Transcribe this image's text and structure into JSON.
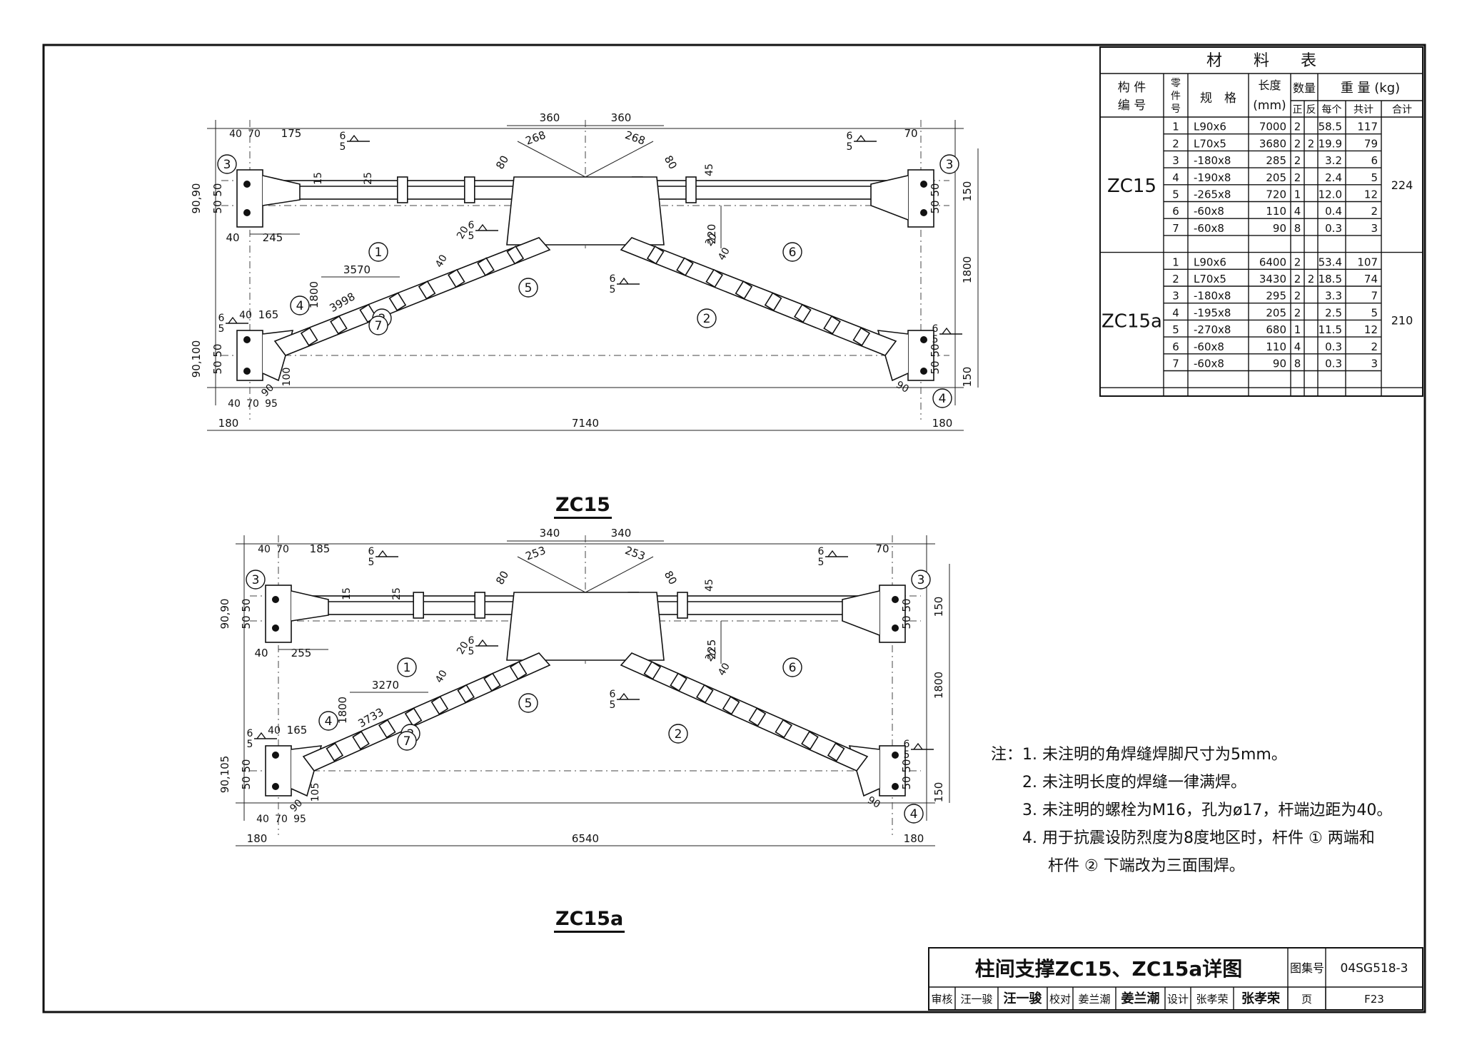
{
  "drawings": [
    {
      "title": "ZC15",
      "dims": {
        "top_left": [
          "40",
          "70",
          "175"
        ],
        "top_right": "70",
        "left_upper": [
          "90",
          "90"
        ],
        "left_upper_plate": [
          "50",
          "50"
        ],
        "left_plate_w": "245",
        "left_bottom_40": "40",
        "center": [
          "360",
          "360"
        ],
        "diag": [
          "268",
          "268"
        ],
        "gusset_side": [
          "80",
          "80"
        ],
        "stiff": [
          "15",
          "25",
          "45"
        ],
        "center_h": "220",
        "member2_dims": [
          "20",
          "40",
          "20",
          "40"
        ],
        "lower_len": "3570",
        "lower_h": "1800",
        "lower_diag": "3998",
        "lower_left": [
          "40",
          "165"
        ],
        "lower_left_v": [
          "90",
          "100"
        ],
        "lower_left_plate": [
          "50",
          "50"
        ],
        "lower_plate_dims": [
          "100",
          "90"
        ],
        "bottom_row": [
          "40",
          "70",
          "95"
        ],
        "bottom_overall": [
          "180",
          "7140",
          "180"
        ],
        "right_vert": [
          "150",
          "1800",
          "150"
        ],
        "right_plate": [
          "50",
          "50"
        ],
        "weld_6_5": [
          "6",
          "5"
        ],
        "lower_right_90": "90"
      },
      "callouts": [
        "1",
        "2",
        "3",
        "4",
        "5",
        "6",
        "7"
      ]
    },
    {
      "title": "ZC15a",
      "dims": {
        "top_left": [
          "40",
          "70",
          "185"
        ],
        "top_right": "70",
        "left_upper": [
          "90",
          "90"
        ],
        "left_upper_plate": [
          "50",
          "50"
        ],
        "left_plate_w": "255",
        "left_bottom_40": "40",
        "center": [
          "340",
          "340"
        ],
        "diag": [
          "253",
          "253"
        ],
        "gusset_side": [
          "80",
          "80"
        ],
        "stiff": [
          "15",
          "25",
          "45"
        ],
        "center_h": "225",
        "member2_dims": [
          "20",
          "40",
          "20",
          "40"
        ],
        "lower_len": "3270",
        "lower_h": "1800",
        "lower_diag": "3733",
        "lower_left": [
          "40",
          "165"
        ],
        "lower_left_v": [
          "90",
          "105"
        ],
        "lower_left_plate": [
          "50",
          "50"
        ],
        "lower_plate_dims": [
          "105",
          "90"
        ],
        "bottom_row": [
          "40",
          "70",
          "95"
        ],
        "bottom_overall": [
          "180",
          "6540",
          "180"
        ],
        "right_vert": [
          "150",
          "1800",
          "150"
        ],
        "right_plate": [
          "50",
          "50"
        ],
        "weld_6_5": [
          "6",
          "5"
        ],
        "lower_right_90": "90"
      },
      "callouts": [
        "1",
        "2",
        "3",
        "4",
        "5",
        "6",
        "7"
      ]
    }
  ],
  "material_table": {
    "title": "材　　料　　表",
    "headers": {
      "member": "构 件\n编 号",
      "part": "零件号",
      "spec": "规　格",
      "length": "长度",
      "length_unit": "(mm)",
      "qty": "数量",
      "qty_pos": "正",
      "qty_neg": "反",
      "weight": "重 量 (kg)",
      "each": "每个",
      "sum": "共计",
      "total": "合计"
    },
    "groups": [
      {
        "member": "ZC15",
        "total": "224",
        "rows": [
          [
            "1",
            "L90x6",
            "7000",
            "2",
            "",
            "58.5",
            "117"
          ],
          [
            "2",
            "L70x5",
            "3680",
            "2",
            "2",
            "19.9",
            "79"
          ],
          [
            "3",
            "-180x8",
            "285",
            "2",
            "",
            "3.2",
            "6"
          ],
          [
            "4",
            "-190x8",
            "205",
            "2",
            "",
            "2.4",
            "5"
          ],
          [
            "5",
            "-265x8",
            "720",
            "1",
            "",
            "12.0",
            "12"
          ],
          [
            "6",
            "-60x8",
            "110",
            "4",
            "",
            "0.4",
            "2"
          ],
          [
            "7",
            "-60x8",
            "90",
            "8",
            "",
            "0.3",
            "3"
          ]
        ]
      },
      {
        "member": "ZC15a",
        "total": "210",
        "rows": [
          [
            "1",
            "L90x6",
            "6400",
            "2",
            "",
            "53.4",
            "107"
          ],
          [
            "2",
            "L70x5",
            "3430",
            "2",
            "2",
            "18.5",
            "74"
          ],
          [
            "3",
            "-180x8",
            "295",
            "2",
            "",
            "3.3",
            "7"
          ],
          [
            "4",
            "-195x8",
            "205",
            "2",
            "",
            "2.5",
            "5"
          ],
          [
            "5",
            "-270x8",
            "680",
            "1",
            "",
            "11.5",
            "12"
          ],
          [
            "6",
            "-60x8",
            "110",
            "4",
            "",
            "0.3",
            "2"
          ],
          [
            "7",
            "-60x8",
            "90",
            "8",
            "",
            "0.3",
            "3"
          ]
        ]
      }
    ]
  },
  "notes": {
    "prefix": "注：",
    "items": [
      "1. 未注明的角焊缝焊脚尺寸为5mm。",
      "2. 未注明长度的焊缝一律满焊。",
      "3. 未注明的螺栓为M16，孔为ø17，杆端边距为40。",
      "4. 用于抗震设防烈度为8度地区时，杆件 ① 两端和",
      "杆件 ② 下端改为三面围焊。"
    ]
  },
  "title_block": {
    "title": "柱间支撑ZC15、ZC15a详图",
    "atlas_label": "图集号",
    "atlas_no": "04SG518-3",
    "review_label": "审核",
    "reviewer": "汪一骏",
    "reviewer_sig": "汪一骏",
    "check_label": "校对",
    "checker": "姜兰潮",
    "checker_sig": "姜兰潮",
    "design_label": "设计",
    "designer": "张孝荣",
    "designer_sig": "张孝荣",
    "page_label": "页",
    "page_no": "F23"
  }
}
